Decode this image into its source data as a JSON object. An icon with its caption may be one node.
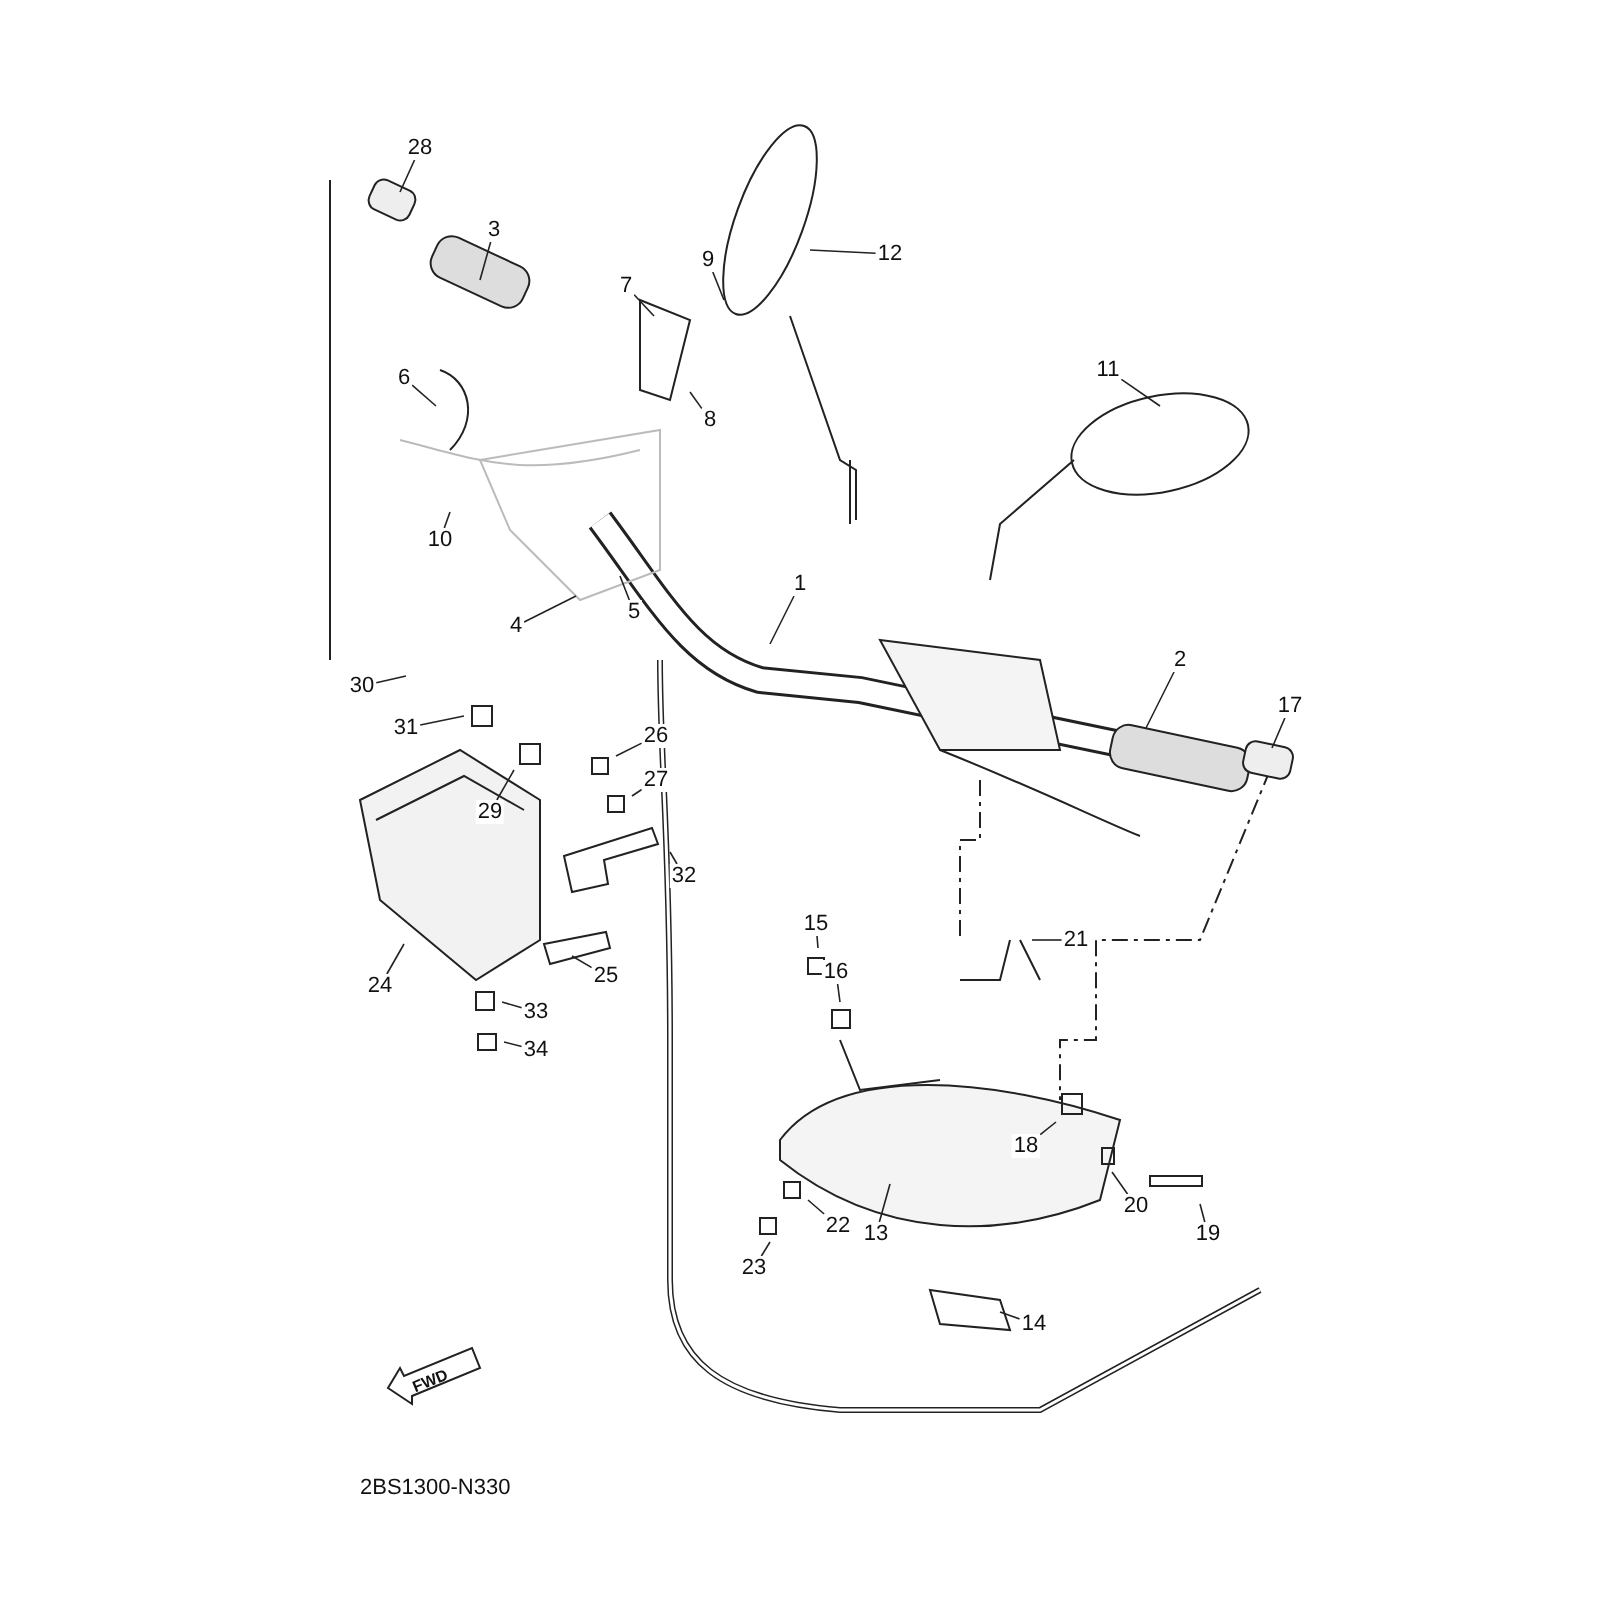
{
  "diagram": {
    "nodes": [
      {
        "text": [
          "28"
        ]
      },
      {
        "text": [
          "3"
        ]
      },
      {
        "text": [
          "12"
        ]
      },
      {
        "text": [
          "9"
        ]
      },
      {
        "text": [
          "7"
        ]
      },
      {
        "text": [
          "11"
        ]
      },
      {
        "text": [
          "6"
        ]
      },
      {
        "text": [
          "8"
        ]
      },
      {
        "text": [
          "10"
        ]
      },
      {
        "text": [
          "1"
        ]
      },
      {
        "text": [
          "5"
        ]
      },
      {
        "text": [
          "4"
        ]
      },
      {
        "text": [
          "2"
        ]
      },
      {
        "text": [
          "30"
        ]
      },
      {
        "text": [
          "17"
        ]
      },
      {
        "text": [
          "31"
        ]
      },
      {
        "text": [
          "26"
        ]
      },
      {
        "text": [
          "27"
        ]
      },
      {
        "text": [
          "29"
        ]
      },
      {
        "text": [
          "32"
        ]
      },
      {
        "text": [
          "15"
        ]
      },
      {
        "text": [
          "21"
        ]
      },
      {
        "text": [
          "16"
        ]
      },
      {
        "text": [
          "25"
        ]
      },
      {
        "text": [
          "24"
        ]
      },
      {
        "text": [
          "33"
        ]
      },
      {
        "text": [
          "34"
        ]
      },
      {
        "text": [
          "18"
        ]
      },
      {
        "text": [
          "20"
        ]
      },
      {
        "text": [
          "22"
        ]
      },
      {
        "text": [
          "13"
        ]
      },
      {
        "text": [
          "19"
        ]
      },
      {
        "text": [
          "23"
        ]
      },
      {
        "text": [
          "14"
        ]
      }
    ],
    "edges": [
      {
        "from": 0,
        "to": null,
        "arrow": "none"
      },
      {
        "from": 1,
        "to": null,
        "arrow": "none"
      },
      {
        "from": 2,
        "to": null,
        "arrow": "none"
      },
      {
        "from": 3,
        "to": null,
        "arrow": "none"
      },
      {
        "from": 4,
        "to": null,
        "arrow": "none"
      },
      {
        "from": 5,
        "to": null,
        "arrow": "none"
      },
      {
        "from": 6,
        "to": null,
        "arrow": "none"
      },
      {
        "from": 7,
        "to": null,
        "arrow": "none"
      },
      {
        "from": 8,
        "to": null,
        "arrow": "none"
      },
      {
        "from": 9,
        "to": null,
        "arrow": "none"
      },
      {
        "from": 10,
        "to": null,
        "arrow": "none"
      },
      {
        "from": 11,
        "to": null,
        "arrow": "none"
      },
      {
        "from": 12,
        "to": null,
        "arrow": "none"
      },
      {
        "from": 13,
        "to": null,
        "arrow": "none"
      },
      {
        "from": 14,
        "to": null,
        "arrow": "none"
      },
      {
        "from": 15,
        "to": null,
        "arrow": "none"
      },
      {
        "from": 16,
        "to": null,
        "arrow": "none"
      },
      {
        "from": 17,
        "to": null,
        "arrow": "none"
      },
      {
        "from": 18,
        "to": null,
        "arrow": "none"
      },
      {
        "from": 19,
        "to": null,
        "arrow": "none"
      },
      {
        "from": 20,
        "to": null,
        "arrow": "none"
      },
      {
        "from": 21,
        "to": null,
        "arrow": "none"
      },
      {
        "from": 22,
        "to": null,
        "arrow": "none"
      },
      {
        "from": 23,
        "to": null,
        "arrow": "none"
      },
      {
        "from": 24,
        "to": null,
        "arrow": "none"
      },
      {
        "from": 25,
        "to": null,
        "arrow": "none"
      },
      {
        "from": 26,
        "to": null,
        "arrow": "none"
      },
      {
        "from": 27,
        "to": null,
        "arrow": "none"
      },
      {
        "from": 28,
        "to": null,
        "arrow": "none"
      },
      {
        "from": 29,
        "to": null,
        "arrow": "none"
      },
      {
        "from": 30,
        "to": null,
        "arrow": "none"
      },
      {
        "from": 31,
        "to": null,
        "arrow": "none"
      },
      {
        "from": 32,
        "to": null,
        "arrow": "none"
      },
      {
        "from": 33,
        "to": null,
        "arrow": "none"
      }
    ],
    "labels": [
      "FWD",
      "2BS1300-N330"
    ]
  }
}
